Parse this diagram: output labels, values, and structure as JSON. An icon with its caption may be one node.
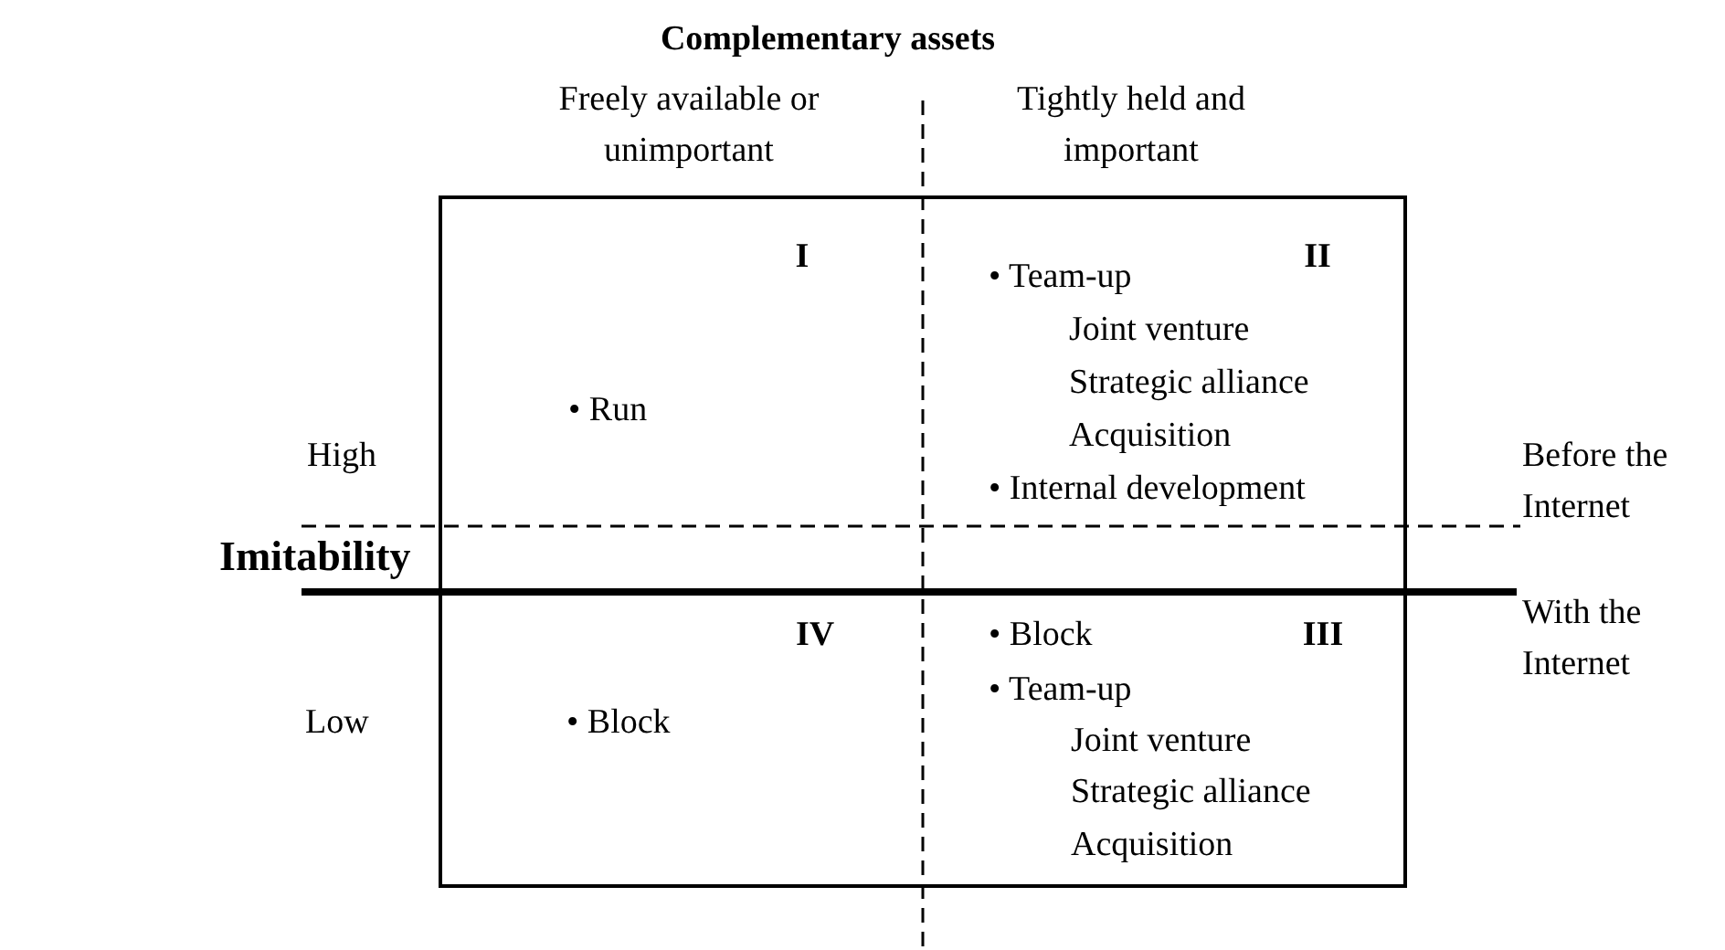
{
  "diagram": {
    "labels": [
      "Complementary assets",
      "Freely available or unimportant",
      "Tightly held and important",
      "I",
      "• Run",
      "II",
      "• Team-up",
      "Joint venture",
      "Strategic alliance",
      "Acquisition",
      "• Internal development",
      "High",
      "Before the Internet",
      "Imitability",
      "With the Internet",
      "Low",
      "IV",
      "• Block",
      "III",
      "• Block",
      "• Team-up",
      "Joint venture",
      "Strategic alliance",
      "Acquisition"
    ]
  }
}
